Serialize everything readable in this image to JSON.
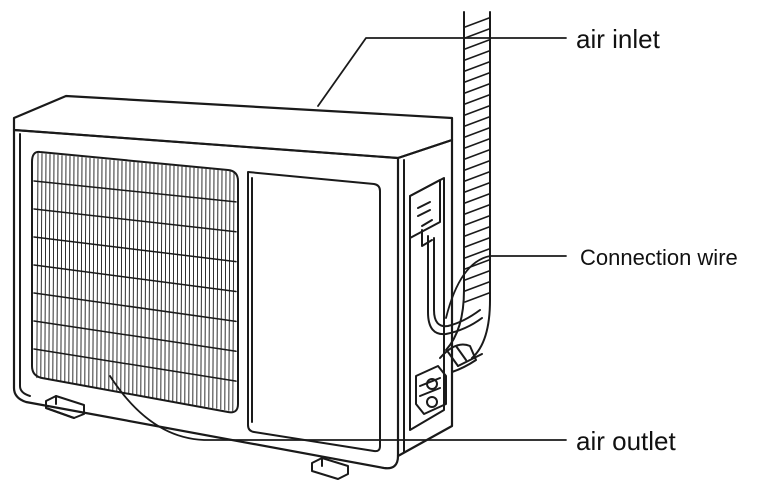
{
  "labels": {
    "air_inlet": "air inlet",
    "connection_wire": "Connection wire",
    "air_outlet": "air outlet"
  },
  "colors": {
    "stroke": "#1a1a1a",
    "background": "#ffffff"
  }
}
